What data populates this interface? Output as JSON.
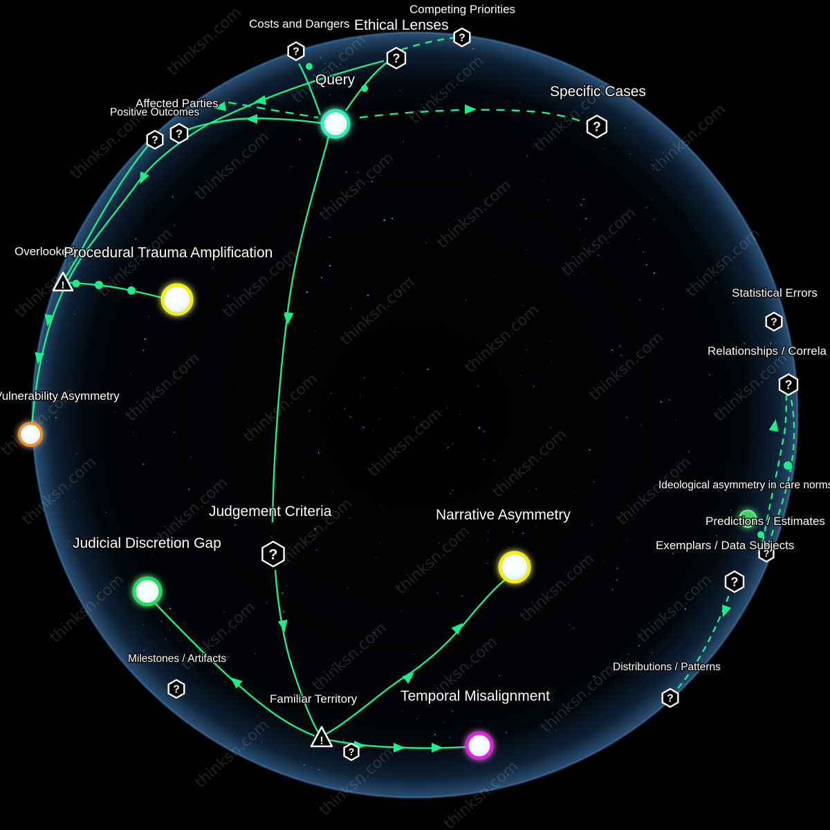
{
  "colors": {
    "edge": "#19f08a",
    "sphere_rim": "#5a9fd0",
    "query_node": "#2cf0b8",
    "yellow_node": "#f4ee10",
    "orange_node": "#f0902a",
    "green_node": "#22e05a",
    "magenta_node": "#e020e0"
  },
  "watermark": "thinksn.com",
  "labels": {
    "query": "Query",
    "ethical_lenses": "Ethical Lenses",
    "costs_dangers": "Costs and Dangers",
    "competing_priorities": "Competing Priorities",
    "specific_cases": "Specific Cases",
    "affected_parties": "Affected Parties",
    "positive_outcomes": "Positive Outcomes",
    "overlooked": "Overlooked",
    "procedural_trauma": "Procedural Trauma Amplification",
    "vulnerability_asymmetry": "Vulnerability Asymmetry",
    "statistical_errors": "Statistical Errors",
    "relationships": "Relationships / Correla",
    "ideological_asymmetry": "Ideological asymmetry in care norms",
    "predictions": "Predictions / Estimates",
    "exemplars": "Exemplars / Data Subjects",
    "distributions": "Distributions / Patterns",
    "judgement_criteria": "Judgement Criteria",
    "narrative_asymmetry": "Narrative Asymmetry",
    "judicial_discretion": "Judicial Discretion Gap",
    "milestones": "Milestones / Artifacts",
    "familiar_territory": "Familiar Territory",
    "temporal_misalignment": "Temporal Misalignment"
  },
  "icons": {
    "unknown": "?",
    "warning": "!"
  }
}
